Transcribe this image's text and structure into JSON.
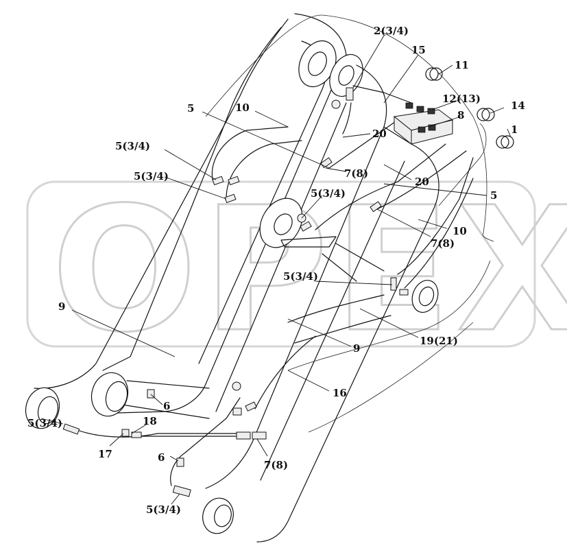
{
  "watermark": "OPEX",
  "callouts": [
    {
      "id": "c-2-3-4",
      "text": "2(3/4)"
    },
    {
      "id": "c-15",
      "text": "15"
    },
    {
      "id": "c-11",
      "text": "11"
    },
    {
      "id": "c-12-13",
      "text": "12(13)"
    },
    {
      "id": "c-14",
      "text": "14"
    },
    {
      "id": "c-8",
      "text": "8"
    },
    {
      "id": "c-1",
      "text": "1"
    },
    {
      "id": "c-5-top",
      "text": "5"
    },
    {
      "id": "c-10-top",
      "text": "10"
    },
    {
      "id": "c-20-top",
      "text": "20"
    },
    {
      "id": "c-5-3-4-a",
      "text": "5(3/4)"
    },
    {
      "id": "c-5-3-4-b",
      "text": "5(3/4)"
    },
    {
      "id": "c-7-8-a",
      "text": "7(8)"
    },
    {
      "id": "c-20-mid",
      "text": "20"
    },
    {
      "id": "c-5-3-4-c",
      "text": "5(3/4)"
    },
    {
      "id": "c-5-right",
      "text": "5"
    },
    {
      "id": "c-10-right",
      "text": "10"
    },
    {
      "id": "c-7-8-b",
      "text": "7(8)"
    },
    {
      "id": "c-5-3-4-d",
      "text": "5(3/4)"
    },
    {
      "id": "c-9-left",
      "text": "9"
    },
    {
      "id": "c-19-21",
      "text": "19(21)"
    },
    {
      "id": "c-9-mid",
      "text": "9"
    },
    {
      "id": "c-16",
      "text": "16"
    },
    {
      "id": "c-6-a",
      "text": "6"
    },
    {
      "id": "c-18",
      "text": "18"
    },
    {
      "id": "c-5-3-4-e",
      "text": "5(3/4)"
    },
    {
      "id": "c-17",
      "text": "17"
    },
    {
      "id": "c-6-b",
      "text": "6"
    },
    {
      "id": "c-7-8-c",
      "text": "7(8)"
    },
    {
      "id": "c-5-3-4-f",
      "text": "5(3/4)"
    }
  ]
}
